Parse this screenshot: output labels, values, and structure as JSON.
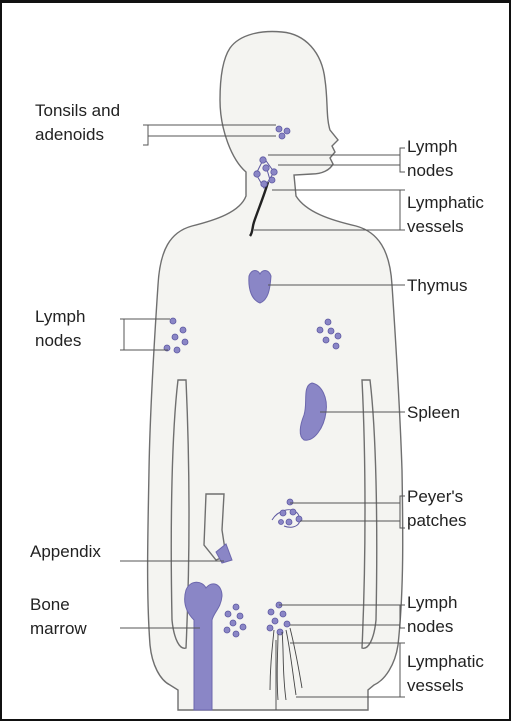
{
  "labels": {
    "tonsils": [
      "Tonsils and",
      "adenoids"
    ],
    "lymph_nodes_neck": [
      "Lymph",
      "nodes"
    ],
    "lymphatic_vessels_neck": [
      "Lymphatic",
      "vessels"
    ],
    "thymus": "Thymus",
    "lymph_nodes_armpit": [
      "Lymph",
      "nodes"
    ],
    "spleen": "Spleen",
    "peyers_patches": [
      "Peyer's",
      "patches"
    ],
    "appendix": "Appendix",
    "bone_marrow": [
      "Bone",
      "marrow"
    ],
    "lymph_nodes_groin": [
      "Lymph",
      "nodes"
    ],
    "lymphatic_vessels_leg": [
      "Lymphatic",
      "vessels"
    ]
  },
  "colors": {
    "organ": "#8a86c6",
    "body": "#f4f4f1",
    "outline": "#6f6f6f",
    "text": "#222222"
  }
}
